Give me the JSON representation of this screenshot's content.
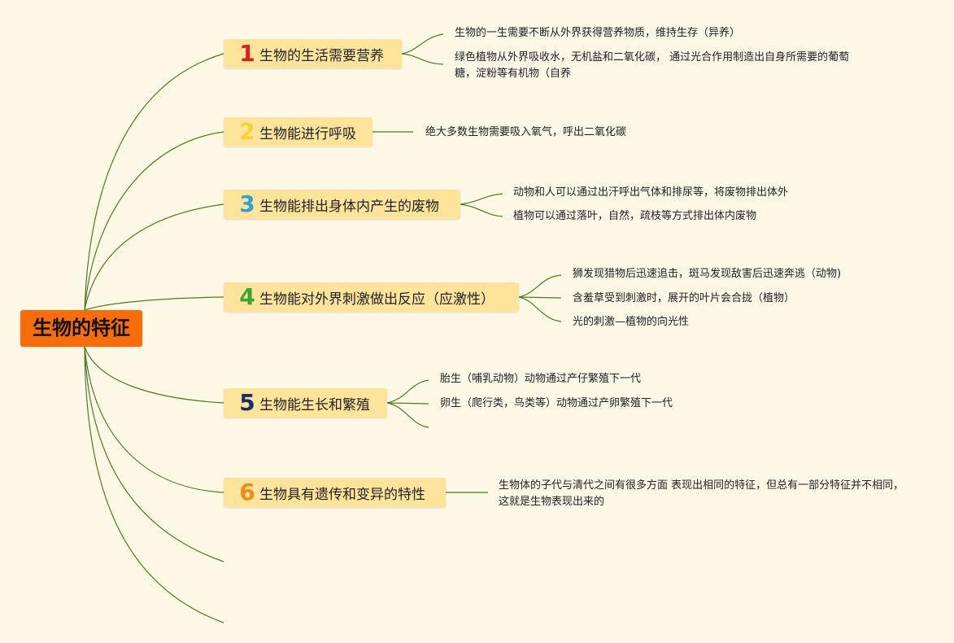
{
  "root": {
    "title": "生物的特征"
  },
  "branches": [
    {
      "num": "1",
      "num_color": "#d9201c",
      "label": "生物的生活需要营养",
      "leaves": [
        "生物的一生需要不断从外界获得营养物质，维持生存（异养）",
        "绿色植物从外界吸收水，无机盐和二氧化碳， 通过光合作用制造出自身所需要的葡萄糖，淀粉等有机物（自养"
      ]
    },
    {
      "num": "2",
      "num_color": "#f7d23a",
      "label": "生物能进行呼吸",
      "leaves": [
        "绝大多数生物需要吸入氧气，呼出二氧化碳"
      ]
    },
    {
      "num": "3",
      "num_color": "#2f9fd8",
      "label": "生物能排出身体内产生的废物",
      "leaves": [
        "动物和人可以通过出汗呼出气体和排尿等，将废物排出体外",
        "植物可以通过落叶，自然，疏枝等方式排出体内废物"
      ]
    },
    {
      "num": "4",
      "num_color": "#3aa634",
      "label": "生物能对外界刺激做出反应（应激性）",
      "leaves": [
        "狮发现猎物后迅速追击，斑马发现敌害后迅速奔逃（动物)",
        "含羞草受到刺激时，展开的叶片会合拢（植物）",
        "光的刺激—植物的向光性"
      ]
    },
    {
      "num": "5",
      "num_color": "#1d2b6b",
      "label": "生物能生长和繁殖",
      "leaves": [
        "胎生（哺乳动物）动物通过产仔繁殖下一代",
        "卵生（爬行类，鸟类等）动物通过产卵繁殖下一代"
      ]
    },
    {
      "num": "6",
      "num_color": "#f08a17",
      "label": "生物具有遗传和变异的特性",
      "leaves": [
        "生物体的子代与清代之间有很多方面 表现出相同的特征，但总有一部分特征并不相同， 这就是生物表现出来的"
      ]
    }
  ],
  "colors": {
    "line": "#4e7a2a",
    "background": "#fdf8e6",
    "root_fill": "#f76c0b",
    "branch_fill": "#fde49a"
  }
}
